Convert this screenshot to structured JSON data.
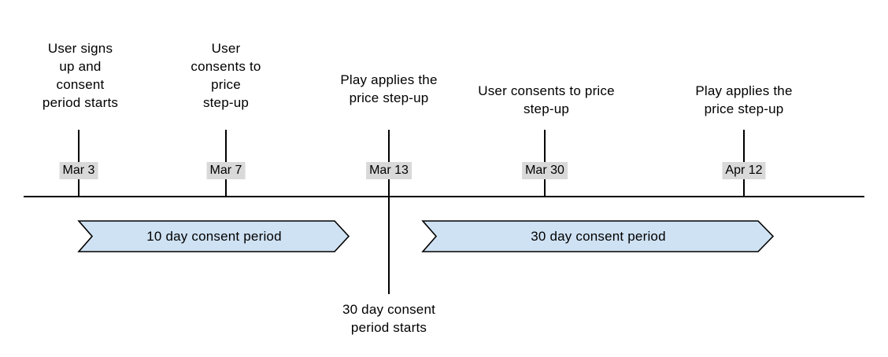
{
  "diagram": {
    "background_color": "#ffffff",
    "line_color": "#000000",
    "date_badge_bg": "#d9d9d9",
    "banner_fill": "#cfe2f3",
    "banner_stroke": "#000000",
    "events": [
      {
        "date": "Mar 3",
        "label": "User signs\nup and\nconsent\nperiod starts"
      },
      {
        "date": "Mar 7",
        "label": "User\nconsents to\nprice\nstep-up"
      },
      {
        "date": "Mar 13",
        "label": "Play applies the\nprice step-up",
        "below_label": "30 day consent\nperiod starts"
      },
      {
        "date": "Mar 30",
        "label": "User consents to price\nstep-up"
      },
      {
        "date": "Apr 12",
        "label": "Play applies the\nprice step-up"
      }
    ],
    "periods": [
      {
        "label": "10 day consent period"
      },
      {
        "label": "30 day consent period"
      }
    ]
  }
}
